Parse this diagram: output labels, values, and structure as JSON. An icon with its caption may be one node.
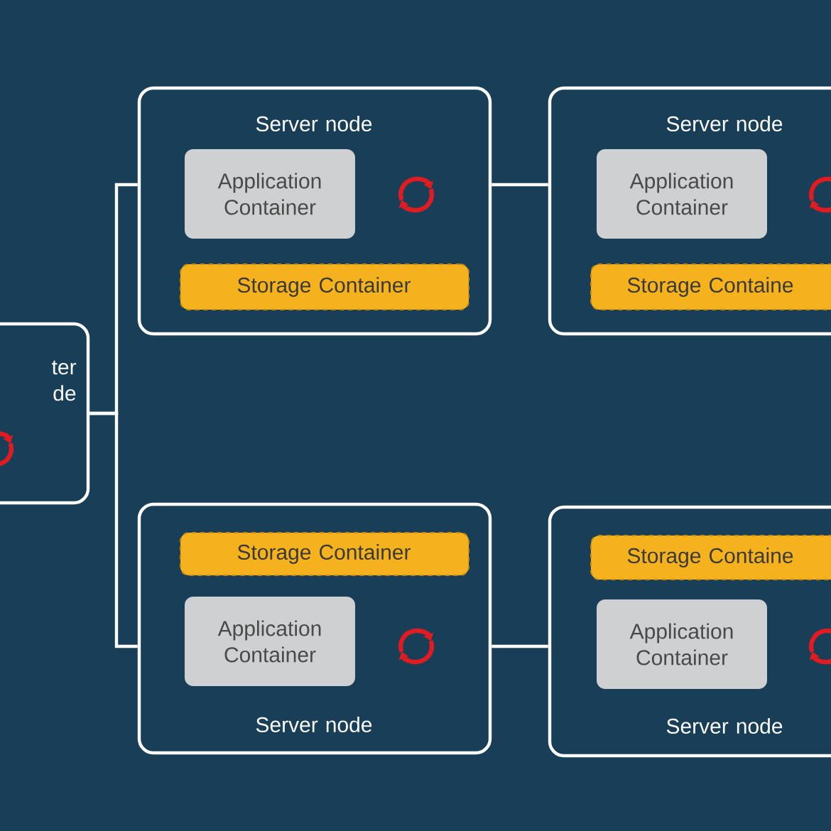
{
  "diagram": {
    "nodes": [
      {
        "text": [
          "ter de"
        ]
      },
      {
        "text": [
          "Server node"
        ]
      },
      {
        "text": [
          "Application Container"
        ],
        "in": 1
      },
      {
        "text": [
          "Storage Container"
        ],
        "in": 1
      },
      {
        "text": [
          "Server node"
        ]
      },
      {
        "text": [
          "Application Container"
        ],
        "in": 4
      },
      {
        "text": [
          "Storage Containe"
        ],
        "in": 4
      },
      {
        "text": [
          "Server node"
        ]
      },
      {
        "text": [
          "Storage Container"
        ],
        "in": 7
      },
      {
        "text": [
          "Application Container"
        ],
        "in": 7
      },
      {
        "text": [
          "Server node"
        ]
      },
      {
        "text": [
          "Storage Containe"
        ],
        "in": 10
      },
      {
        "text": [
          "Application Container"
        ],
        "in": 10
      }
    ],
    "edges": [
      {
        "from": 0,
        "to": 1,
        "arrow": "none"
      },
      {
        "from": 0,
        "to": 7,
        "arrow": "none"
      },
      {
        "from": 1,
        "to": 4,
        "arrow": "none"
      },
      {
        "from": 7,
        "to": 10,
        "arrow": "none"
      }
    ]
  }
}
